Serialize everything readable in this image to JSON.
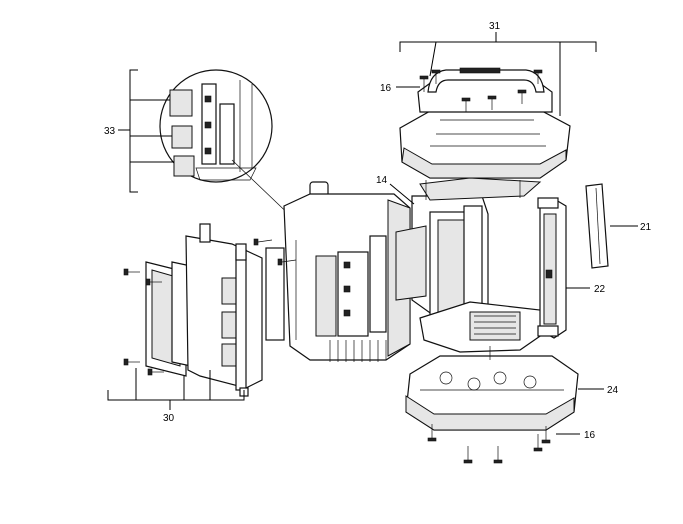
{
  "callouts": {
    "c31": "31",
    "c16_top": "16",
    "c33": "33",
    "c14": "14",
    "c21": "21",
    "c22": "22",
    "c24": "24",
    "c16_bottom": "16",
    "c30": "30"
  },
  "colors": {
    "line": "#111111",
    "shade": "#e6e6e6",
    "dark": "#222222"
  }
}
